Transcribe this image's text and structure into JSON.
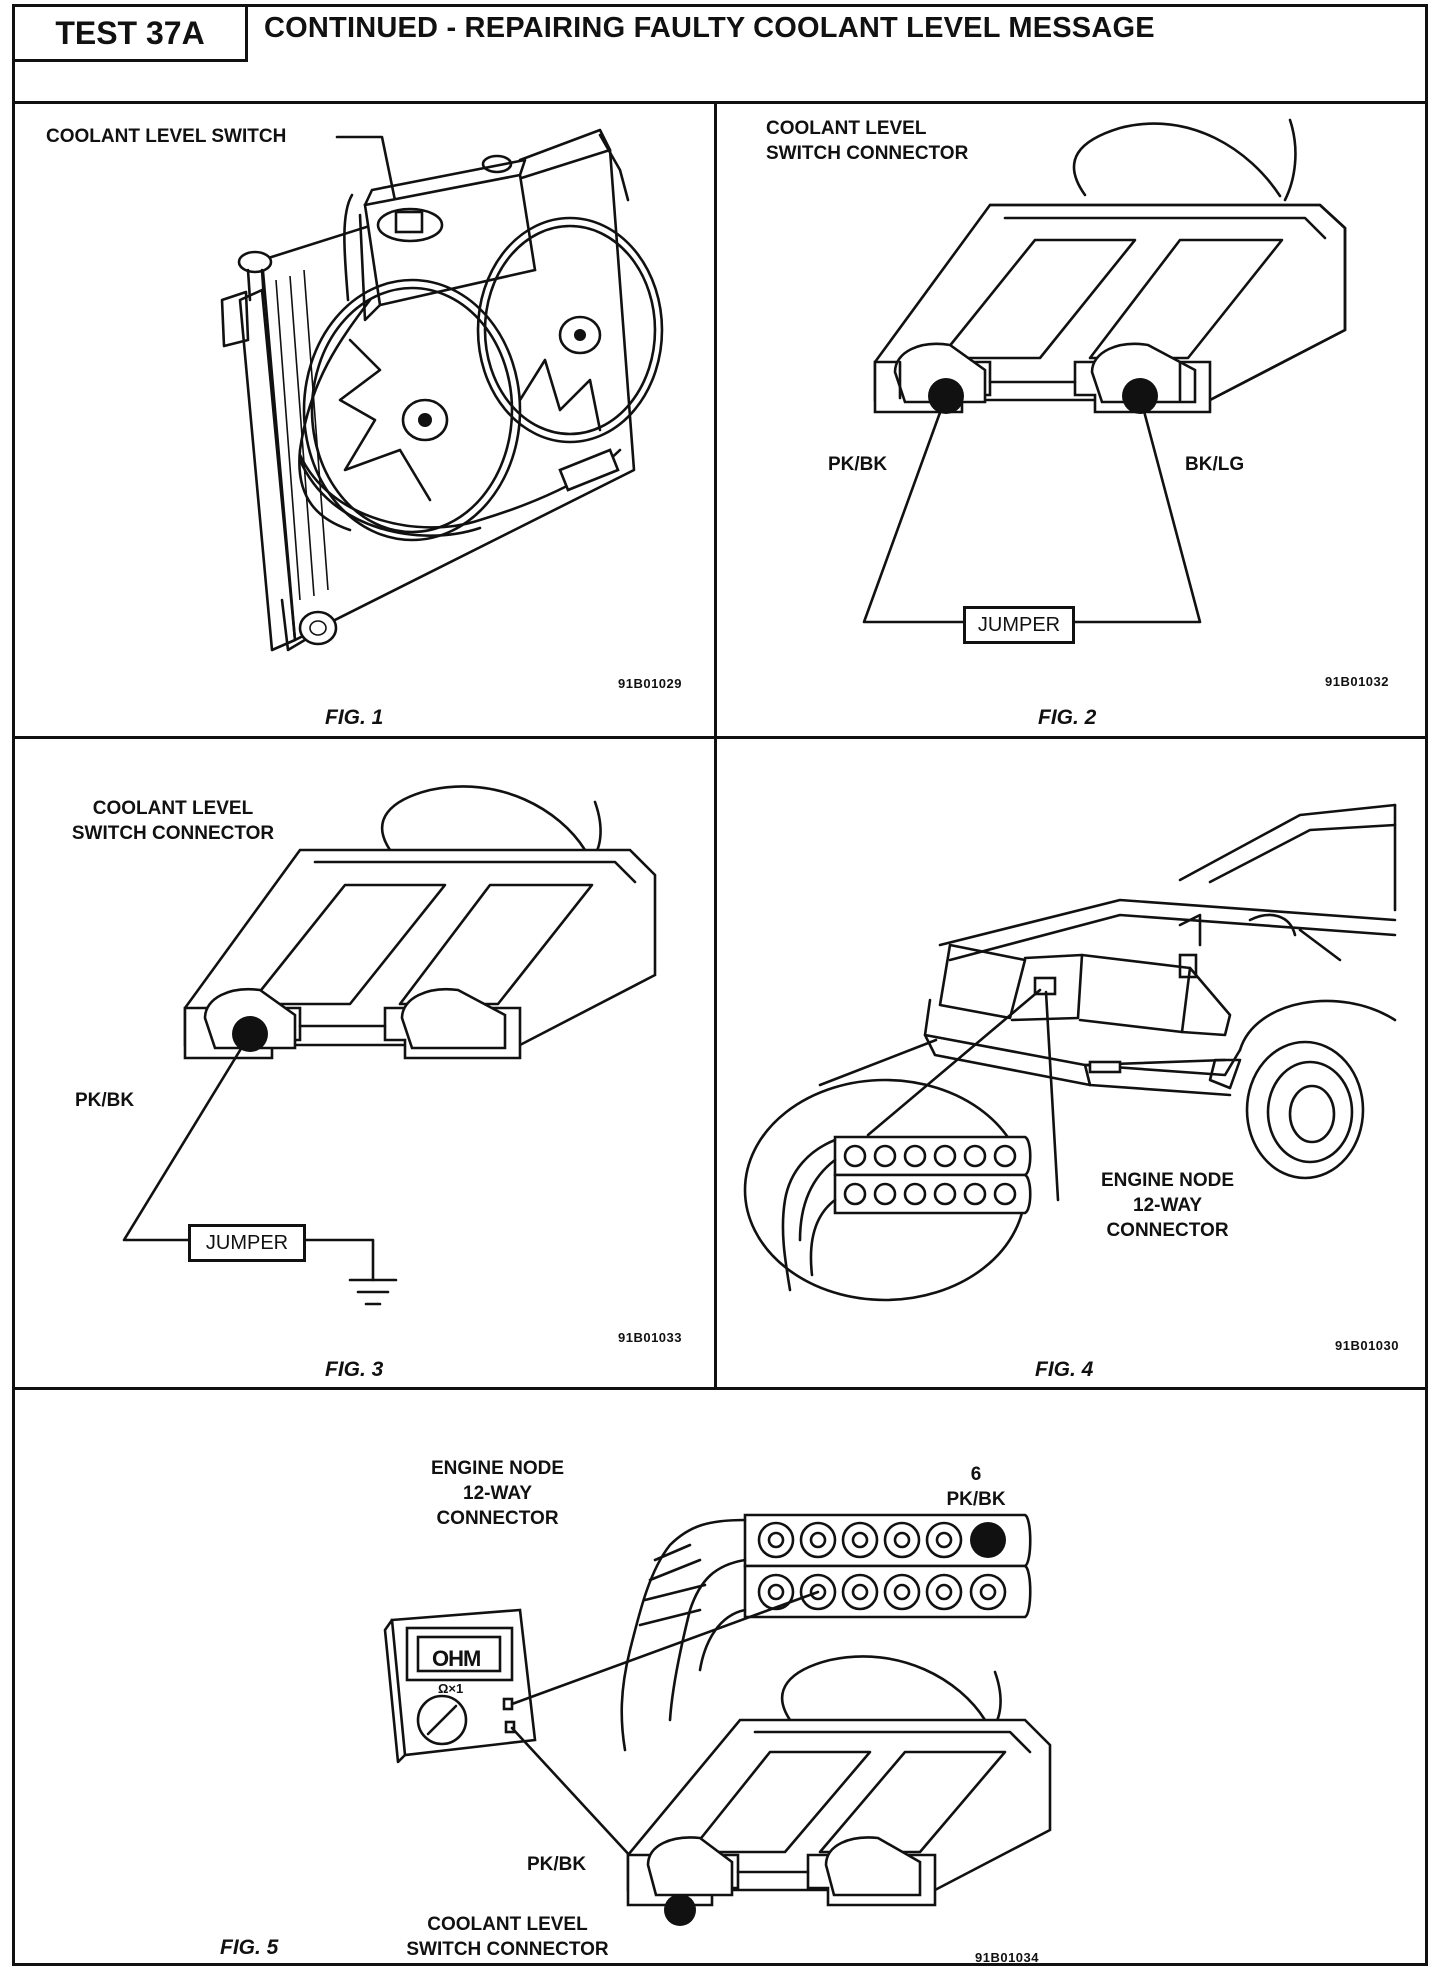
{
  "header": {
    "test_id": "TEST 37A",
    "title": "CONTINUED - REPAIRING FAULTY COOLANT LEVEL MESSAGE"
  },
  "figures": [
    {
      "caption": "FIG. 1",
      "code": "91B01029",
      "labels": {
        "switch": "COOLANT LEVEL SWITCH"
      }
    },
    {
      "caption": "FIG. 2",
      "code": "91B01032",
      "labels": {
        "connector": "COOLANT LEVEL\nSWITCH CONNECTOR",
        "wire_left": "PK/BK",
        "wire_right": "BK/LG",
        "jumper": "JUMPER"
      }
    },
    {
      "caption": "FIG. 3",
      "code": "91B01033",
      "labels": {
        "connector": "COOLANT LEVEL\nSWITCH CONNECTOR",
        "wire": "PK/BK",
        "jumper": "JUMPER"
      }
    },
    {
      "caption": "FIG. 4",
      "code": "91B01030",
      "labels": {
        "node": "ENGINE NODE\n12-WAY\nCONNECTOR"
      }
    },
    {
      "caption": "FIG. 5",
      "code": "91B01034",
      "labels": {
        "node": "ENGINE NODE\n12-WAY\nCONNECTOR",
        "pin": "6\nPK/BK",
        "meter_display": "OHM",
        "meter_range": "Ω×1",
        "wire": "PK/BK",
        "connector": "COOLANT LEVEL\nSWITCH CONNECTOR"
      }
    }
  ]
}
